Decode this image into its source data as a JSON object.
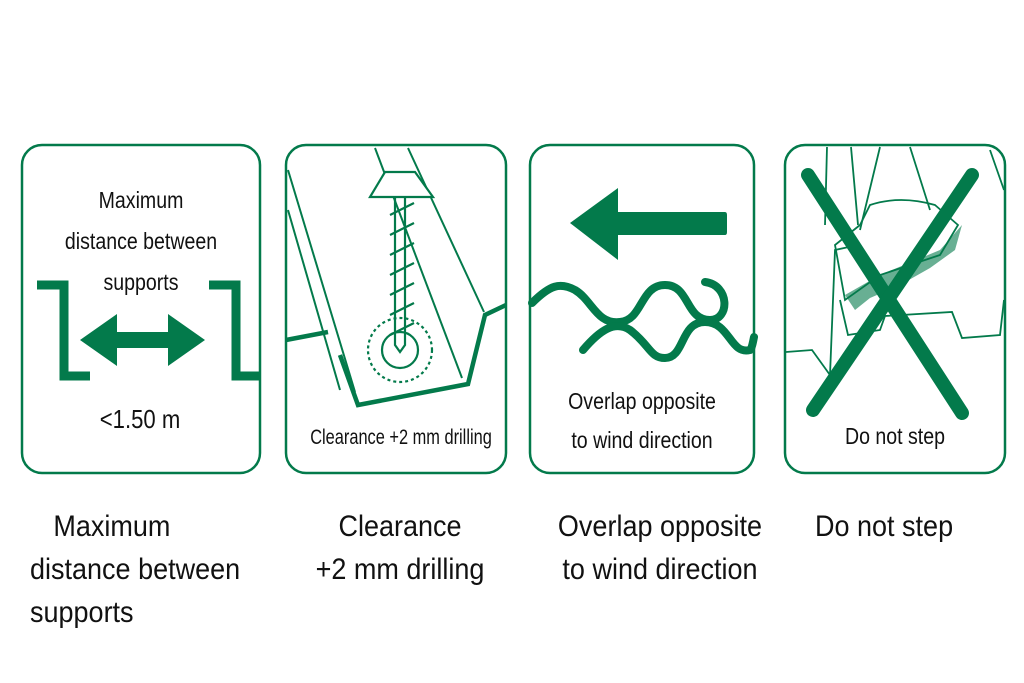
{
  "accent_color": "#037a4b",
  "panels": [
    {
      "icon": "distance-arrow-icon",
      "inner_lines": [
        "Maximum",
        "distance between",
        "supports"
      ],
      "value": "<1.50 m",
      "caption_lines": [
        "Maximum",
        "distance between",
        "supports"
      ]
    },
    {
      "icon": "screw-drilling-icon",
      "inner_text": "Clearance +2 mm drilling",
      "caption_lines": [
        "Clearance",
        "+2 mm drilling"
      ]
    },
    {
      "icon": "wind-overlap-icon",
      "inner_lines": [
        "Overlap opposite",
        "to wind direction"
      ],
      "caption_lines": [
        "Overlap opposite",
        "to wind direction"
      ]
    },
    {
      "icon": "no-step-icon",
      "inner_text": "Do not step",
      "caption_lines": [
        "Do not step"
      ]
    }
  ]
}
